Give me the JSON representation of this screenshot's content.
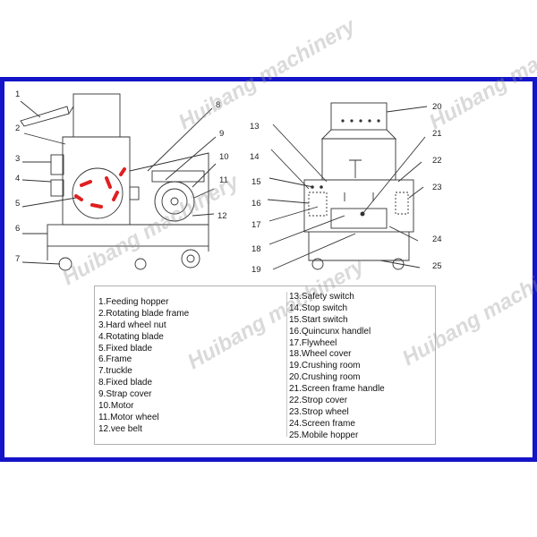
{
  "watermark": "Huibang machinery",
  "callouts": {
    "left": [
      "1",
      "2",
      "3",
      "4",
      "5",
      "6",
      "7",
      "8",
      "9",
      "10",
      "11",
      "12"
    ],
    "right": [
      "13",
      "14",
      "15",
      "16",
      "17",
      "18",
      "19",
      "20",
      "21",
      "22",
      "23",
      "24",
      "25"
    ]
  },
  "legend": {
    "left": [
      "1.Feeding hopper",
      "2.Rotating blade frame",
      "3.Hard wheel nut",
      "4.Rotating blade",
      "5.Fixed blade",
      "6.Frame",
      "7.truckle",
      "8.Fixed blade",
      "9.Strap cover",
      "10.Motor",
      "11.Motor wheel",
      "12.vee belt"
    ],
    "right": [
      "13.Safety switch",
      "14.Stop switch",
      "15.Start switch",
      "16.Quincunx handlel",
      "17.Flywheel",
      "18.Wheel cover",
      "19.Crushing room",
      "20.Crushing room",
      "21.Screen frame handle",
      "22.Strop cover",
      "23.Strop wheel",
      "24.Screen frame",
      "25.Mobile hopper"
    ]
  },
  "colors": {
    "frame": "#1414c8",
    "blade_accent": "#e02020"
  }
}
